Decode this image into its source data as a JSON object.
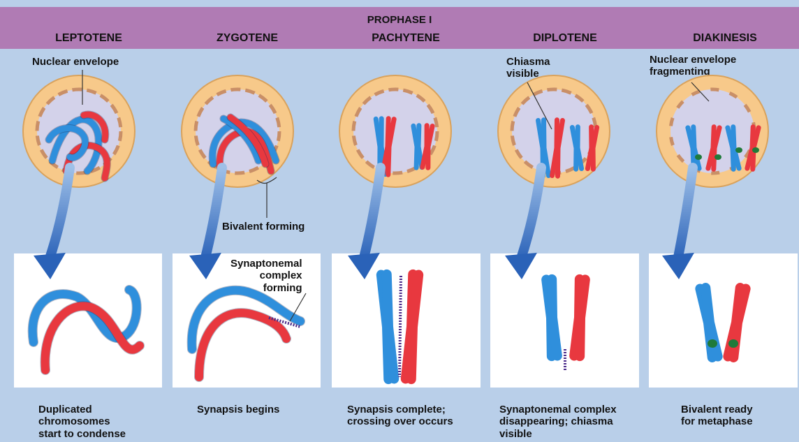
{
  "header": {
    "title": "PROPHASE I",
    "stages": [
      "LEPTOTENE",
      "ZYGOTENE",
      "PACHYTENE",
      "DIPLOTENE",
      "DIAKINESIS"
    ]
  },
  "labels": {
    "nuclear_envelope": "Nuclear envelope",
    "chiasma_visible": "Chiasma\nvisible",
    "nuclear_envelope_fragmenting": "Nuclear envelope\nfragmenting",
    "bivalent_forming": "Bivalent forming",
    "synaptonemal_complex_forming": "Synaptonemal\ncomplex\nforming"
  },
  "captions": [
    "Duplicated\nchromosomes\nstart to condense",
    "Synapsis begins",
    "Synapsis complete;\ncrossing over occurs",
    "Synaptonemal complex\ndisappearing; chiasma\nvisible",
    "Bivalent ready\nfor metaphase"
  ],
  "colors": {
    "background": "#b9cfe9",
    "header": "#b07bb4",
    "cell_outer": "#f7c98a",
    "nucleus": "#d3d2ea",
    "maternal": "#e8383f",
    "paternal": "#2f8fdc",
    "arrow": "#2c6fc0",
    "centromere": "#1f7a3a"
  }
}
